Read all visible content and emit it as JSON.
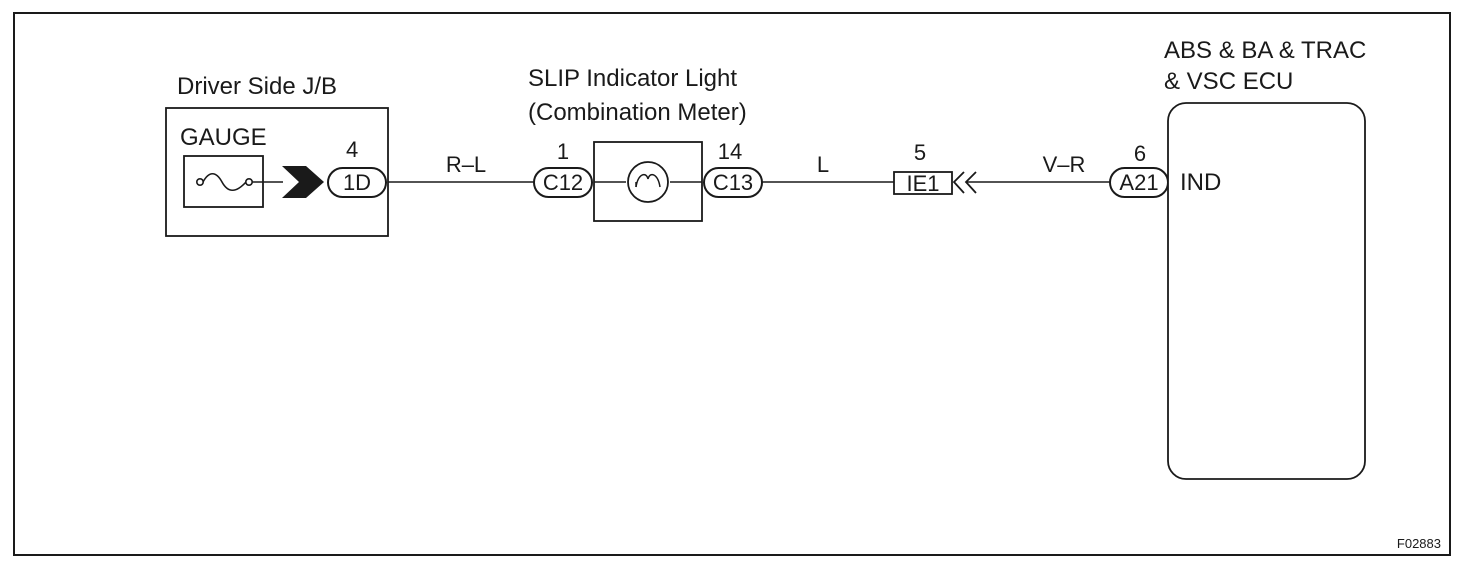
{
  "jb": {
    "title": "Driver Side J/B",
    "fuse_label": "GAUGE",
    "pin": "4",
    "connector": "1D"
  },
  "wire1": {
    "color": "R–L"
  },
  "light": {
    "title_line1": "SLIP Indicator Light",
    "title_line2": "(Combination Meter)",
    "pin_in": "1",
    "conn_in": "C12",
    "pin_out": "14",
    "conn_out": "C13"
  },
  "wire2": {
    "color": "L"
  },
  "junction": {
    "pin": "5",
    "connector": "IE1"
  },
  "wire3": {
    "color": "V–R"
  },
  "ecu": {
    "title_line1": "ABS & BA & TRAC",
    "title_line2": "& VSC ECU",
    "pin": "6",
    "connector": "A21",
    "terminal": "IND"
  },
  "figure_id": "F02883"
}
